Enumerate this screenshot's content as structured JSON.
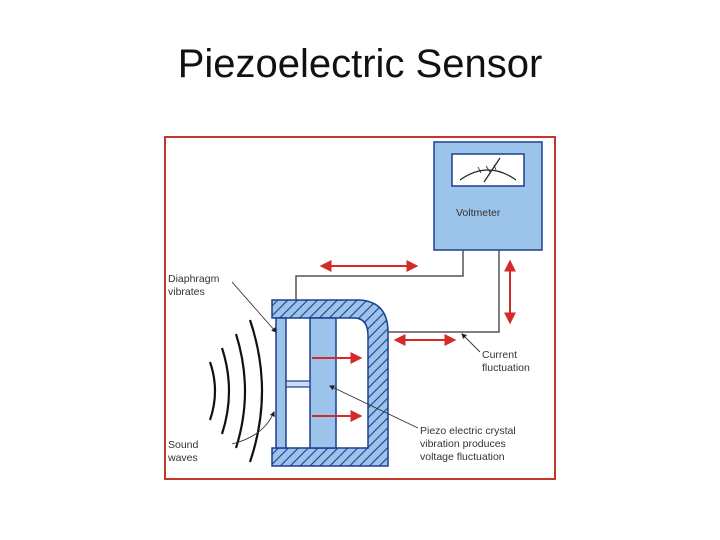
{
  "title": "Piezoelectric Sensor",
  "diagram": {
    "voltmeter_label": "Voltmeter",
    "diaphragm_label": [
      "Diaphragm",
      "vibrates"
    ],
    "sound_label": [
      "Sound",
      "waves"
    ],
    "current_label": [
      "Current",
      "fluctuation"
    ],
    "crystal_label": [
      "Piezo electric crystal",
      "vibration produces",
      "voltage fluctuation"
    ],
    "colors": {
      "frame_border": "#c0392b",
      "body_fill": "#9cc3ea",
      "body_stroke": "#1e3d8f",
      "arrow": "#d42a2a",
      "wire": "#555555"
    }
  }
}
